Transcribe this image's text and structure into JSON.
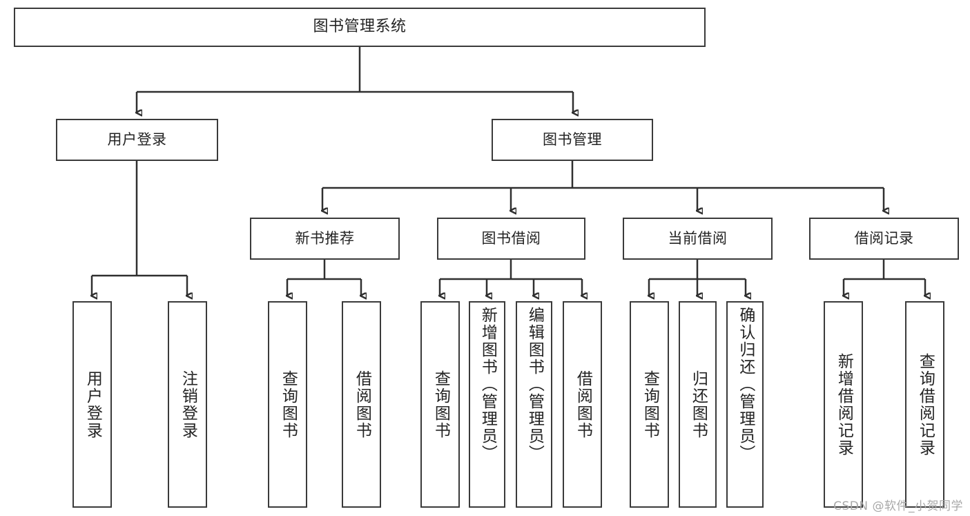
{
  "diagram": {
    "type": "tree",
    "title": "图书管理系统",
    "watermark": "CSDN @软件_小贺同学",
    "root": {
      "label": "图书管理系统"
    },
    "level2": [
      {
        "label": "用户登录"
      },
      {
        "label": "图书管理"
      }
    ],
    "level3": [
      {
        "label": "新书推荐"
      },
      {
        "label": "图书借阅"
      },
      {
        "label": "当前借阅"
      },
      {
        "label": "借阅记录"
      }
    ],
    "leaves": {
      "login": [
        {
          "label": "用户登录"
        },
        {
          "label": "注销登录"
        }
      ],
      "new_recommend": [
        {
          "label": "查询图书"
        },
        {
          "label": "借阅图书"
        }
      ],
      "book_borrow": [
        {
          "label": "查询图书"
        },
        {
          "label": "新增图书（管理员）"
        },
        {
          "label": "编辑图书（管理员）"
        },
        {
          "label": "借阅图书"
        }
      ],
      "current_borrow": [
        {
          "label": "查询图书"
        },
        {
          "label": "归还图书"
        },
        {
          "label": "确认归还（管理员）"
        }
      ],
      "borrow_record": [
        {
          "label": "新增借阅记录"
        },
        {
          "label": "查询借阅记录"
        }
      ]
    },
    "colors": {
      "stroke": "#2f2f2f",
      "box_border": "#3a3a3a",
      "text": "#232323",
      "background": "#ffffff",
      "watermark": "#a8a8a8"
    }
  }
}
